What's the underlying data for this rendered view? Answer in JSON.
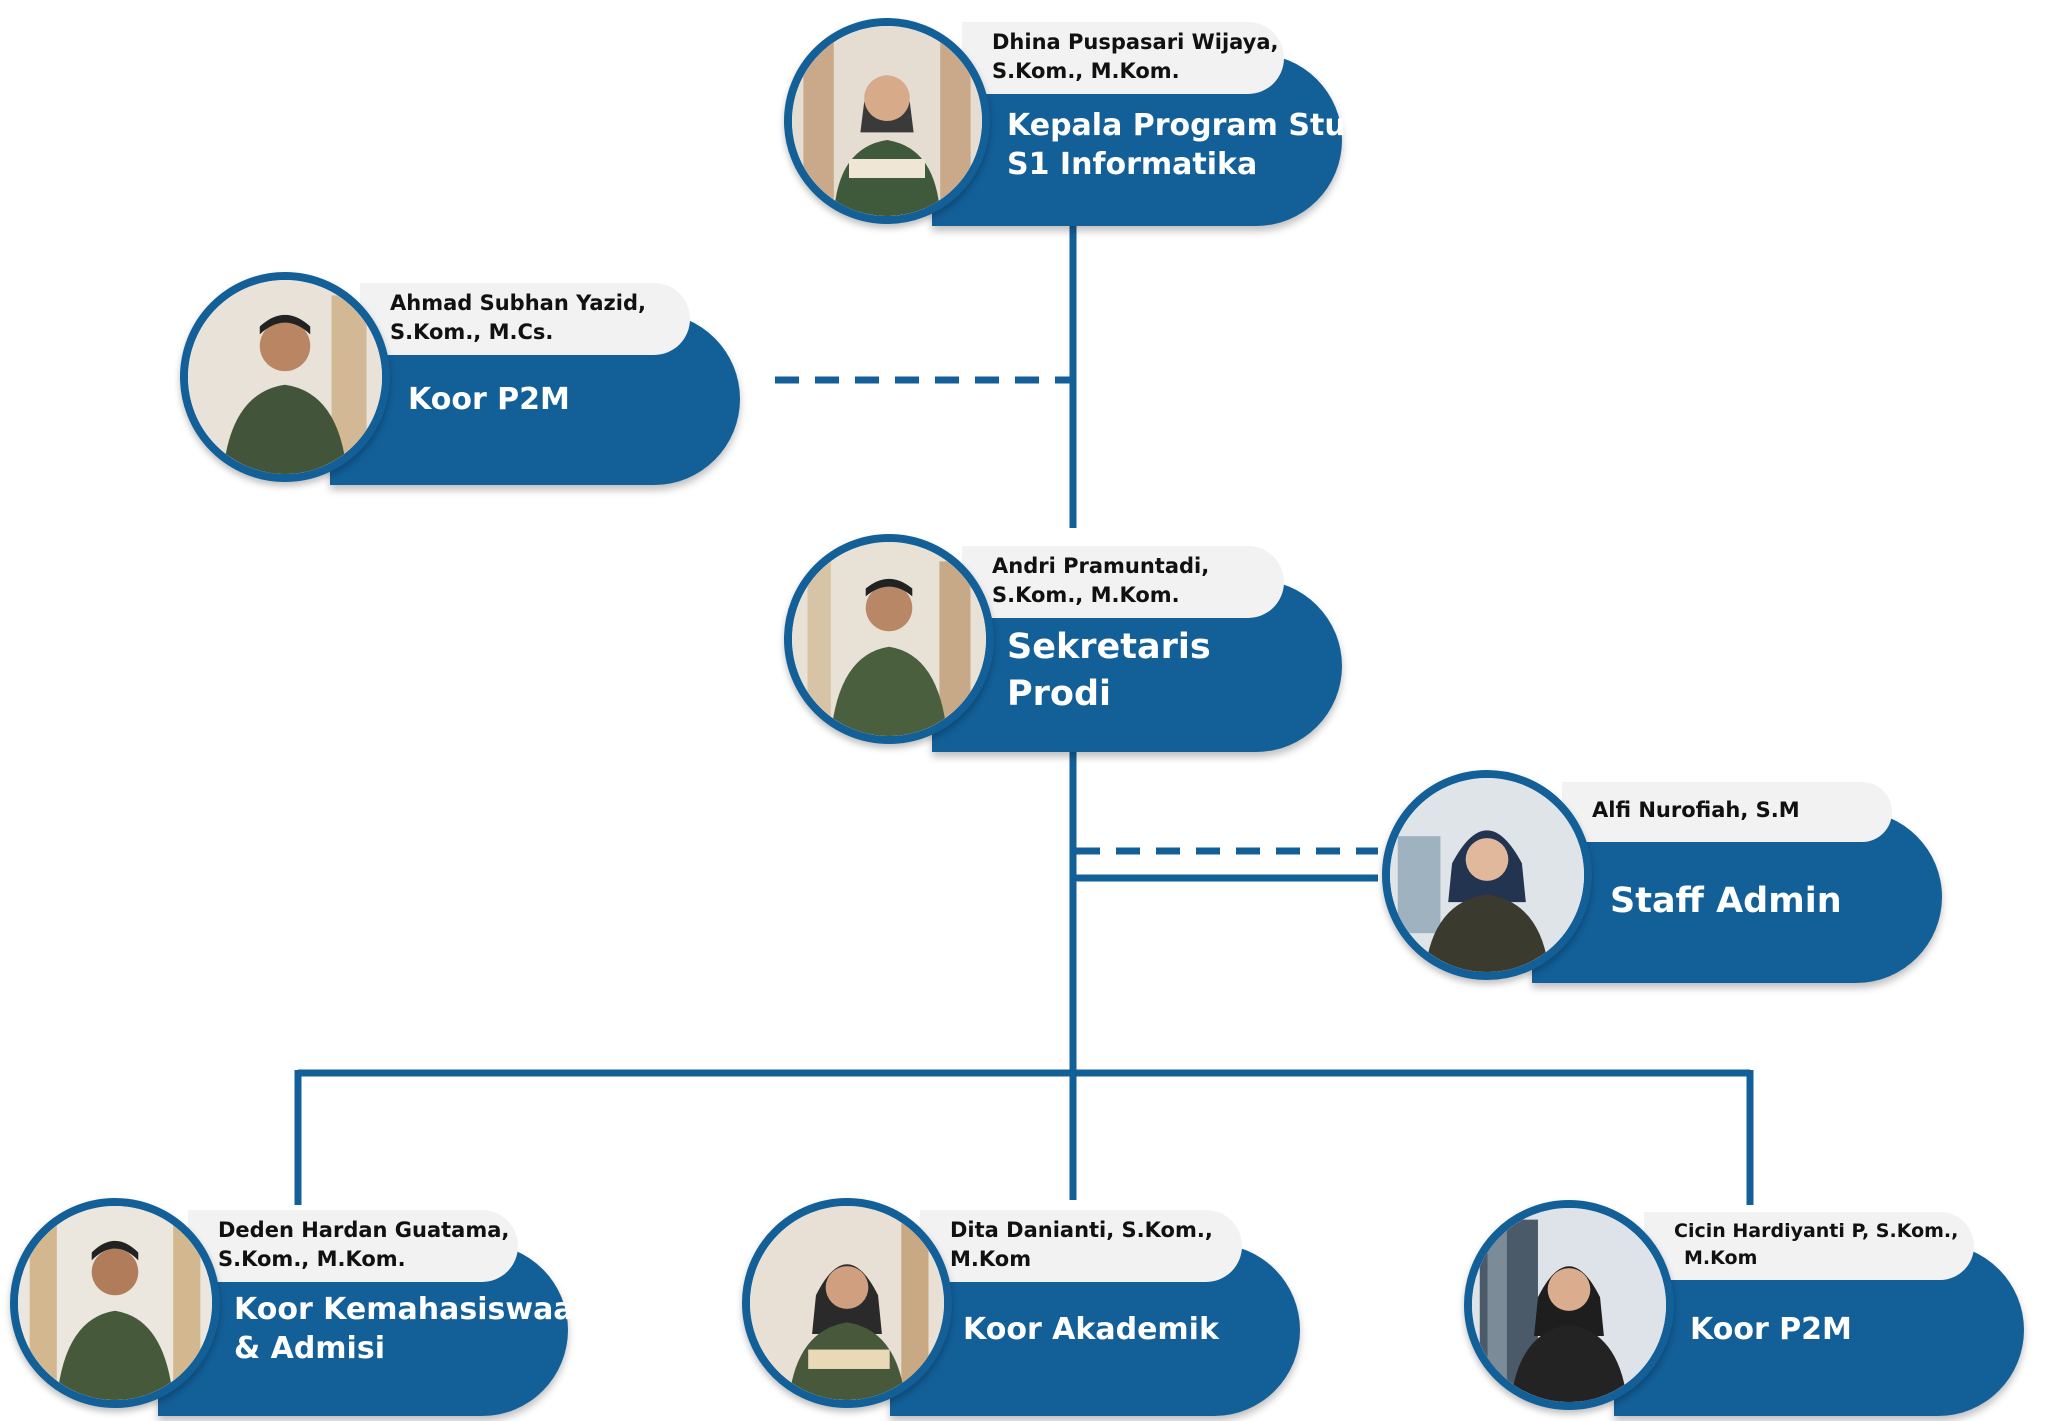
{
  "colors": {
    "primary": "#135f98",
    "name_tab": "#f2f2f2",
    "text_dark": "#111111",
    "text_light": "#ffffff"
  },
  "nodes": {
    "kaprodi": {
      "name_lines": [
        "Dhina Puspasari Wijaya,",
        "S.Kom., M.Kom."
      ],
      "role_lines": [
        "Kepala Program Studi",
        "S1 Informatika"
      ],
      "photo_icon": "person-icon"
    },
    "p2m_left": {
      "name_lines": [
        "Ahmad Subhan Yazid,",
        "S.Kom., M.Cs."
      ],
      "role_lines": [
        "Koor P2M"
      ],
      "photo_icon": "person-icon"
    },
    "sekretaris": {
      "name_lines": [
        "Andri Pramuntadi,",
        "S.Kom., M.Kom."
      ],
      "role_lines": [
        "Sekretaris",
        "Prodi"
      ],
      "photo_icon": "person-icon"
    },
    "staff": {
      "name_lines": [
        "Alfi Nurofiah, S.M"
      ],
      "role_lines": [
        "Staff Admin"
      ],
      "photo_icon": "person-icon"
    },
    "kemahasiswaan": {
      "name_lines": [
        "Deden Hardan Guatama,",
        "S.Kom., M.Kom."
      ],
      "role_lines": [
        "Koor Kemahasiswaan",
        "& Admisi"
      ],
      "photo_icon": "person-icon"
    },
    "akademik": {
      "name_lines": [
        "Dita Danianti, S.Kom.,",
        "M.Kom"
      ],
      "role_lines": [
        "Koor Akademik"
      ],
      "photo_icon": "person-icon"
    },
    "p2m_right": {
      "name_lines": [
        "Cicin Hardiyanti P, S.Kom.,",
        "M.Kom"
      ],
      "role_lines": [
        "Koor P2M"
      ],
      "photo_icon": "person-icon"
    }
  }
}
